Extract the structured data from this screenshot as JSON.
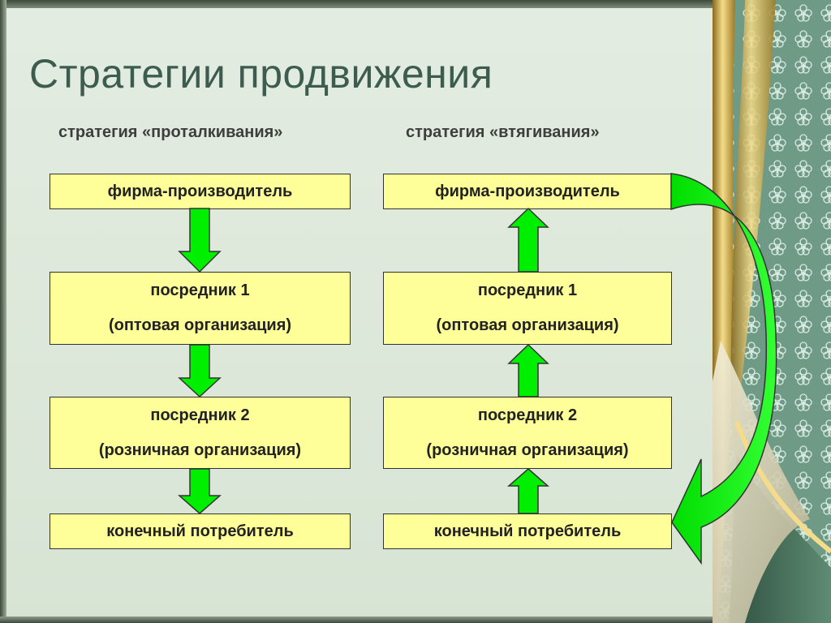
{
  "slide": {
    "title": "Стратегии продвижения"
  },
  "push": {
    "heading": "стратегия «проталкивания»",
    "boxes": {
      "producer": "фирма-производитель",
      "intermediary1_line1": "посредник 1",
      "intermediary1_line2": "(оптовая организация)",
      "intermediary2_line1": "посредник 2",
      "intermediary2_line2": "(розничная организация)",
      "consumer": "конечный потребитель"
    }
  },
  "pull": {
    "heading": "стратегия «втягивания»",
    "boxes": {
      "producer": "фирма-производитель",
      "intermediary1_line1": "посредник 1",
      "intermediary1_line2": "(оптовая организация)",
      "intermediary2_line1": "посредник 2",
      "intermediary2_line2": "(розничная организация)",
      "consumer": "конечный потребитель"
    }
  },
  "colors": {
    "box_fill": "#ffff99",
    "arrow_fill": "#00ee00",
    "title": "#3d5c50"
  }
}
